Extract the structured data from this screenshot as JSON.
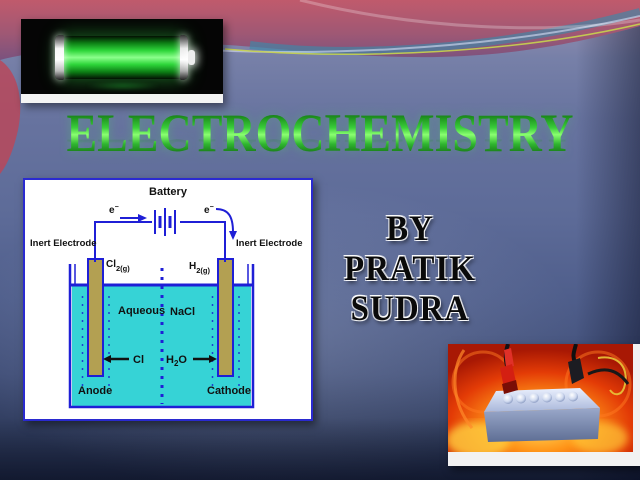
{
  "slide": {
    "title": "ELECTROCHEMISTRY",
    "byline": [
      "BY",
      "PRATIK",
      "SUDRA"
    ]
  },
  "diagram": {
    "battery_label": "Battery",
    "electron": {
      "base": "e",
      "sup": "−"
    },
    "inert_electrode_left": "Inert Electrode",
    "inert_electrode_right": "Inert Electrode",
    "chlorine_gas": {
      "base": "Cl",
      "sub": "2(g)"
    },
    "hydrogen_gas": {
      "base": "H",
      "sub": "2(g)"
    },
    "solution_label_1": "Aqueous",
    "solution_label_2": "NaCl",
    "chloride_label": "Cl",
    "water": {
      "base": "H",
      "sub": "2",
      "rest": "O"
    },
    "anode_label": "Anode",
    "cathode_label": "Cathode"
  },
  "colors": {
    "title_green": "#2eb82e",
    "solution_cyan": "#36d3d6",
    "electrode_tan": "#b3a052",
    "wire_blue": "#1f1fd6",
    "wave_pink": "#b95f72",
    "wave_teal": "#3f87a8",
    "battery_green": "#2ed63a",
    "fire_orange": "#ff9418",
    "background_mid": "#5d6b98",
    "background_bottom": "#1f2946"
  }
}
